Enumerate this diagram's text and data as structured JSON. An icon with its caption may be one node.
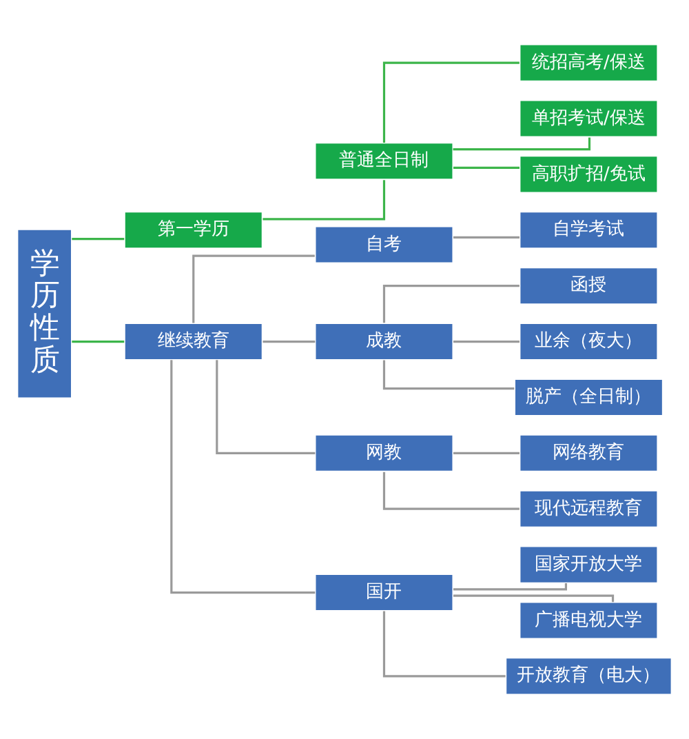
{
  "diagram": {
    "nodes": [
      {
        "text": [
          "学历性质"
        ]
      },
      {
        "text": [
          "第一学历"
        ]
      },
      {
        "text": [
          "普通全日制"
        ]
      },
      {
        "text": [
          "统招高考/保送"
        ]
      },
      {
        "text": [
          "单招考试/保送"
        ]
      },
      {
        "text": [
          "高职扩招/免试"
        ]
      },
      {
        "text": [
          "继续教育"
        ]
      },
      {
        "text": [
          "自考"
        ]
      },
      {
        "text": [
          "自学考试"
        ]
      },
      {
        "text": [
          "成教"
        ]
      },
      {
        "text": [
          "函授"
        ]
      },
      {
        "text": [
          "业余（夜大）"
        ]
      },
      {
        "text": [
          "脱产（全日制）"
        ]
      },
      {
        "text": [
          "网教"
        ]
      },
      {
        "text": [
          "网络教育"
        ]
      },
      {
        "text": [
          "现代远程教育"
        ]
      },
      {
        "text": [
          "国开"
        ]
      },
      {
        "text": [
          "国家开放大学"
        ]
      },
      {
        "text": [
          "广播电视大学"
        ]
      },
      {
        "text": [
          "开放教育（电大）"
        ]
      }
    ],
    "edges": [
      {
        "from": 0,
        "to": 1,
        "arrow": "none",
        "color": "#3cb54a"
      },
      {
        "from": 1,
        "to": 2,
        "arrow": "none",
        "color": "#3cb54a"
      },
      {
        "from": 2,
        "to": 3,
        "arrow": "none",
        "color": "#3cb54a"
      },
      {
        "from": 2,
        "to": 4,
        "arrow": "none",
        "color": "#3cb54a"
      },
      {
        "from": 2,
        "to": 5,
        "arrow": "none",
        "color": "#3cb54a"
      },
      {
        "from": 0,
        "to": 6,
        "arrow": "none",
        "color": "#3cb54a"
      },
      {
        "from": 6,
        "to": 7,
        "arrow": "none"
      },
      {
        "from": 7,
        "to": 8,
        "arrow": "none"
      },
      {
        "from": 6,
        "to": 9,
        "arrow": "none"
      },
      {
        "from": 9,
        "to": 10,
        "arrow": "none"
      },
      {
        "from": 9,
        "to": 11,
        "arrow": "none"
      },
      {
        "from": 9,
        "to": 12,
        "arrow": "none"
      },
      {
        "from": 6,
        "to": 13,
        "arrow": "none"
      },
      {
        "from": 13,
        "to": 14,
        "arrow": "none"
      },
      {
        "from": 13,
        "to": 15,
        "arrow": "none"
      },
      {
        "from": 6,
        "to": 16,
        "arrow": "none"
      },
      {
        "from": 16,
        "to": 17,
        "arrow": "none"
      },
      {
        "from": 16,
        "to": 18,
        "arrow": "none"
      },
      {
        "from": 16,
        "to": 19,
        "arrow": "none"
      }
    ]
  }
}
